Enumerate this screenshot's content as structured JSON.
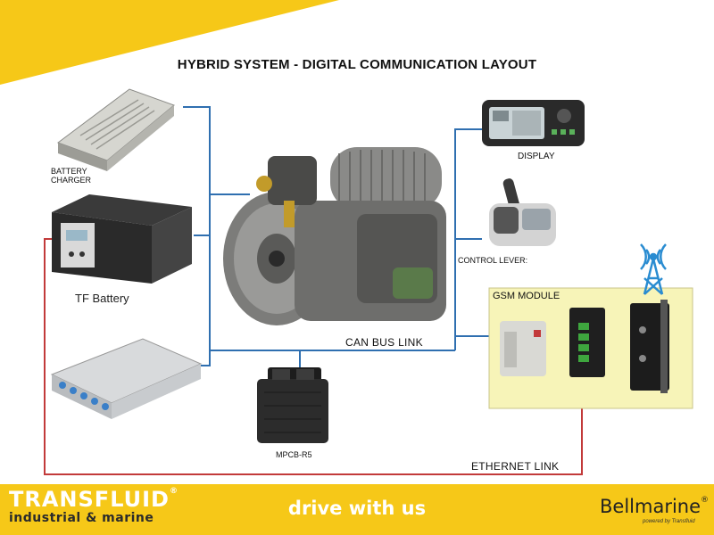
{
  "title": "HYBRID SYSTEM - DIGITAL COMMUNICATION LAYOUT",
  "components": {
    "battery_charger": "BATTERY\nCHARGER",
    "tf_battery": "TF Battery",
    "display": "DISPLAY",
    "control_lever": "CONTROL LEVER:",
    "gsm_module": "GSM MODULE",
    "mpcb": "MPCB-R5"
  },
  "links": {
    "can_bus": "CAN BUS LINK",
    "ethernet": "ETHERNET LINK"
  },
  "footer": {
    "brand_line1": "TRANSFLUID",
    "brand_line2": "industrial & marine",
    "tagline": "drive with us",
    "partner": "Bellmarine",
    "partner_sub": "powered by Transfluid"
  },
  "colors": {
    "accent_yellow": "#f6c818",
    "can_bus_line": "#2f6fb0",
    "ethernet_line": "#c23a3a",
    "gsm_box": "#f7f4b8",
    "switch_green": "#3ea63e"
  }
}
